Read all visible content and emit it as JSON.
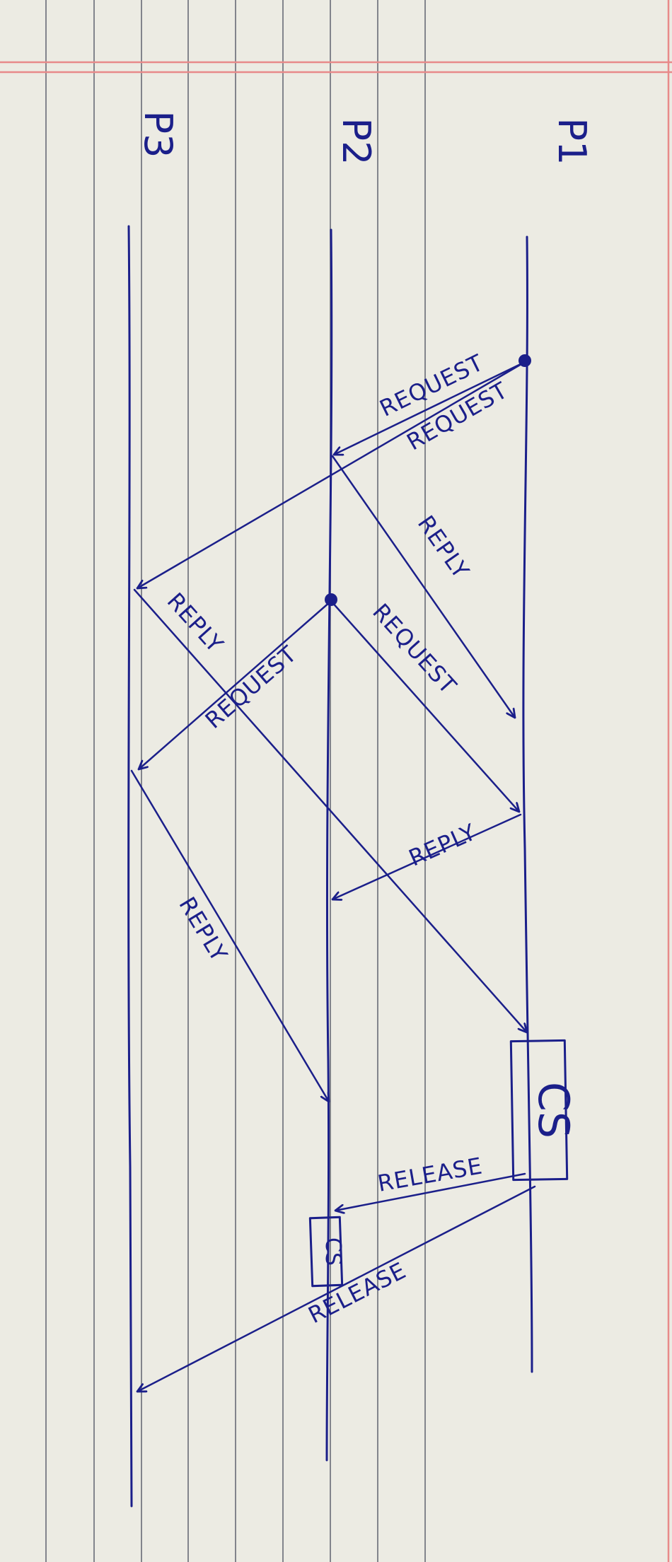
{
  "diagram": {
    "processes": [
      "P1",
      "P2",
      "P3"
    ],
    "messages": {
      "request": "REQUEST",
      "reply": "REPLY",
      "release": "RELEASE"
    },
    "critical_section": "CS",
    "colors": {
      "ink": "#1b1f8a",
      "paper": "#ecebe3",
      "ruling": "#5f6270",
      "margin": "#e88a8a"
    }
  }
}
